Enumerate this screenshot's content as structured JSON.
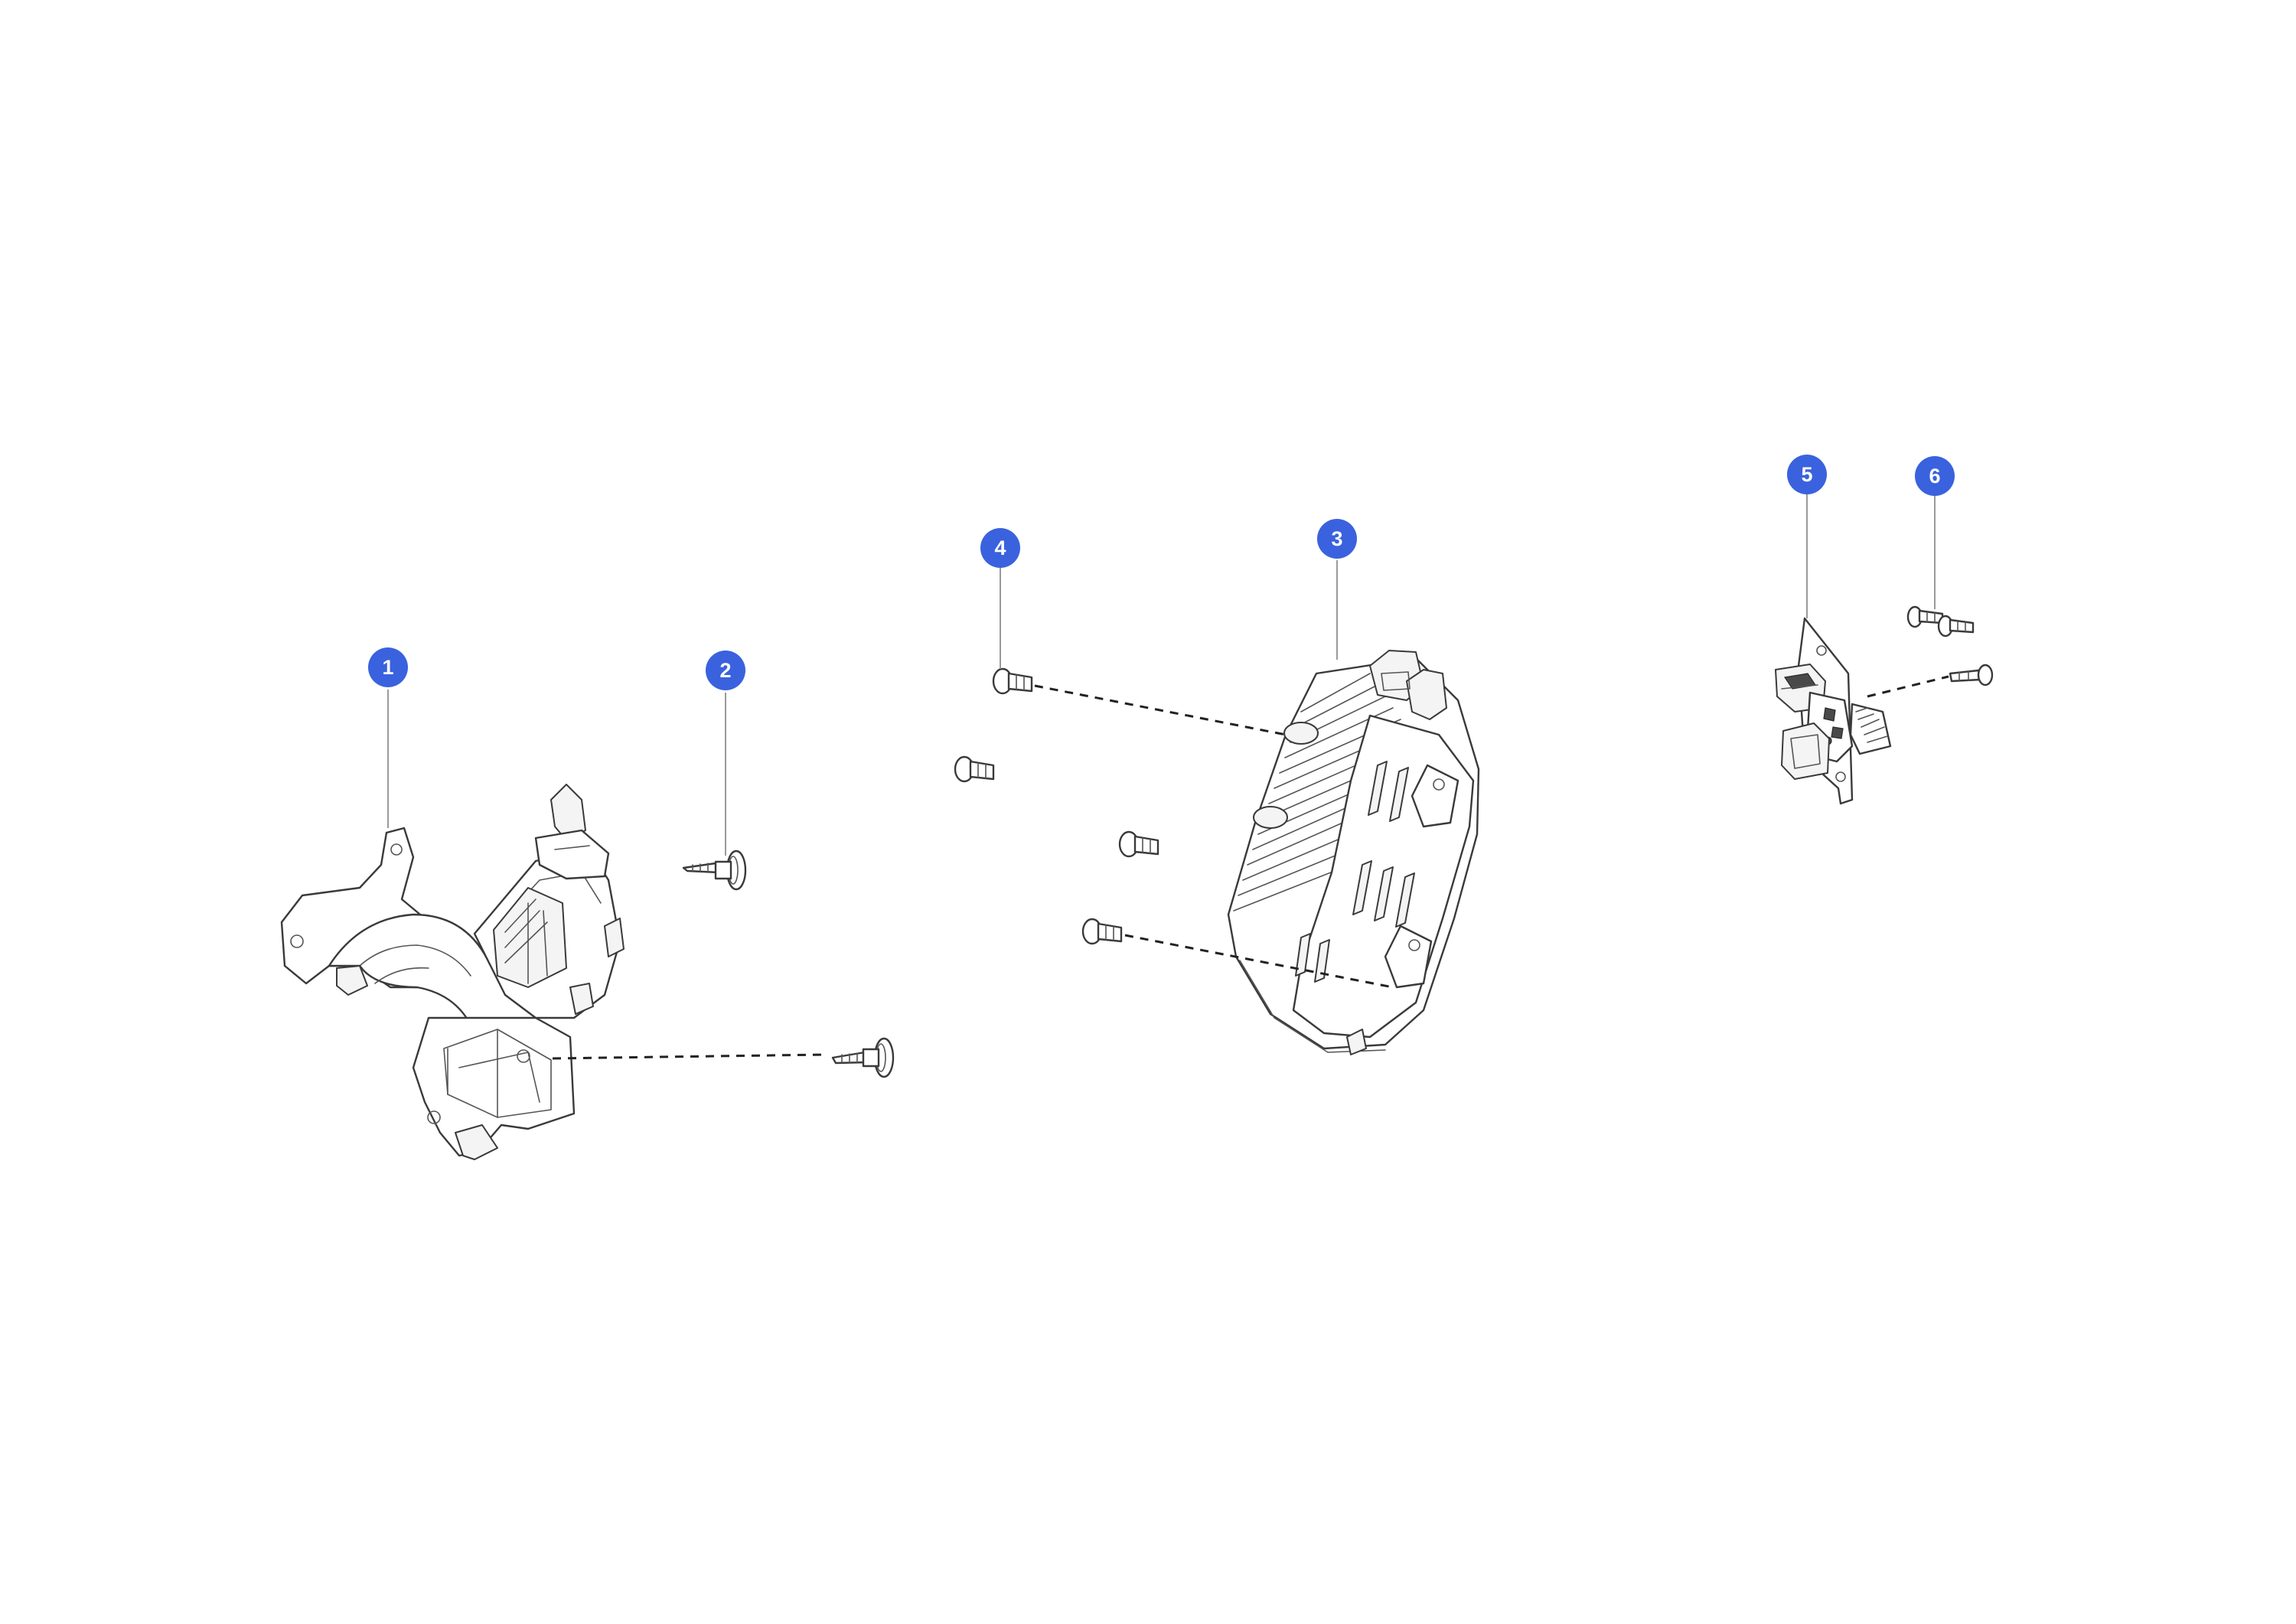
{
  "colors": {
    "marker": "#3a62de",
    "marker_text": "#ffffff",
    "line_art": "#3a3a3a",
    "background": "#ffffff"
  },
  "markers": [
    {
      "label": "1",
      "part": "bracket"
    },
    {
      "label": "2",
      "part": "tapping-screw"
    },
    {
      "label": "3",
      "part": "control-module"
    },
    {
      "label": "4",
      "part": "module-screw"
    },
    {
      "label": "5",
      "part": "circuit-board"
    },
    {
      "label": "6",
      "part": "board-screw"
    }
  ]
}
